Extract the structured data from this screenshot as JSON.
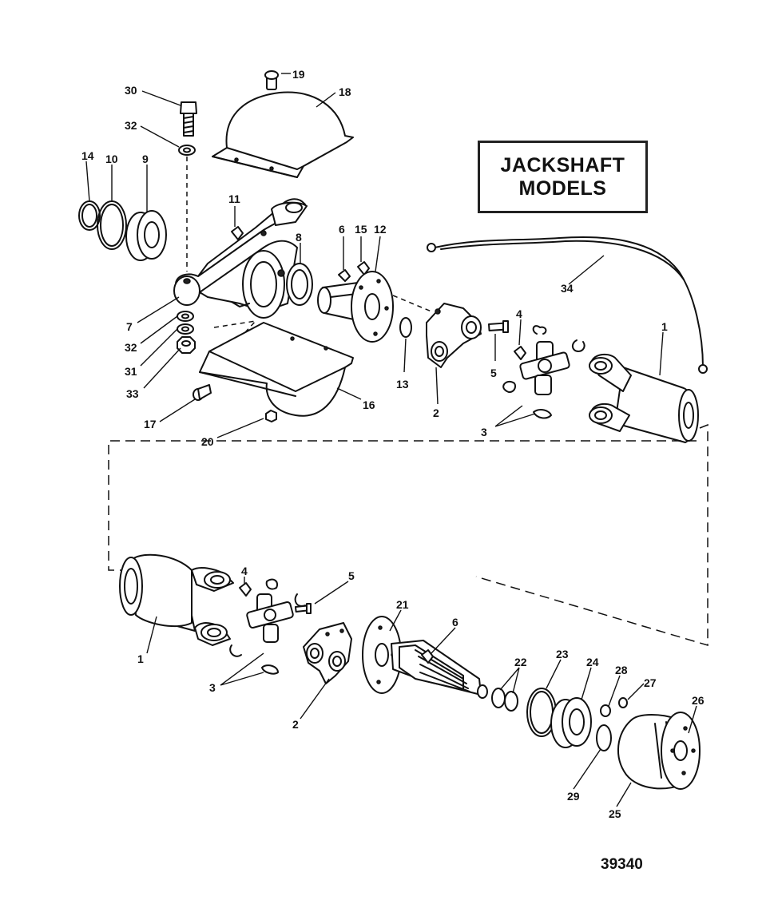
{
  "title": {
    "line1": "JACKSHAFT",
    "line2": "MODELS"
  },
  "figure_number": "39340",
  "callouts": [
    "1",
    "2",
    "3",
    "4",
    "5",
    "6",
    "7",
    "8",
    "9",
    "10",
    "11",
    "12",
    "13",
    "14",
    "15",
    "16",
    "17",
    "18",
    "19",
    "20",
    "21",
    "22",
    "23",
    "24",
    "25",
    "26",
    "27",
    "28",
    "29",
    "30",
    "31",
    "32",
    "33",
    "34"
  ]
}
